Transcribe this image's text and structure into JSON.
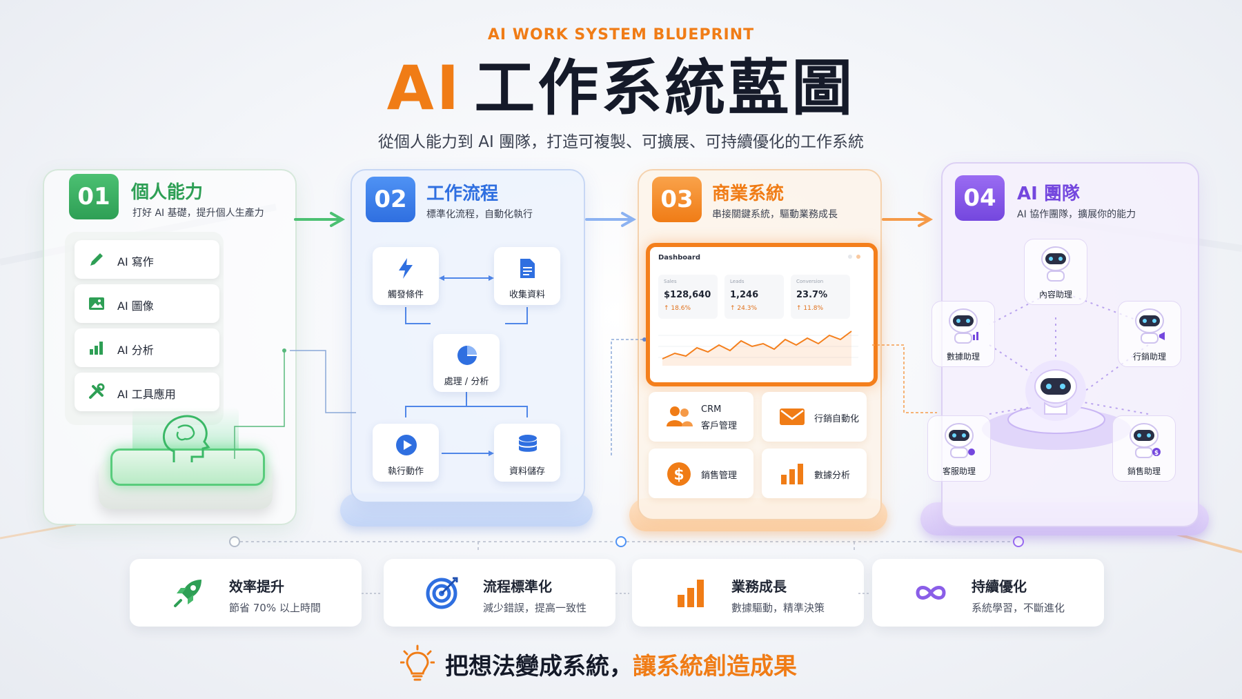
{
  "header": {
    "kicker": "AI WORK SYSTEM BLUEPRINT",
    "title_ai": "AI",
    "title_rest": "工作系統藍圖",
    "subtitle": "從個人能力到 AI 團隊，打造可複製、可擴展、可持續優化的工作系統"
  },
  "stages": [
    {
      "number": "01",
      "title": "個人能力",
      "subtitle": "打好 AI 基礎，提升個人生產力",
      "color": "#2e9f55",
      "items": [
        {
          "label": "AI 寫作",
          "icon": "pencil-icon"
        },
        {
          "label": "AI 圖像",
          "icon": "image-icon"
        },
        {
          "label": "AI 分析",
          "icon": "bar-chart-icon"
        },
        {
          "label": "AI 工具應用",
          "icon": "tools-icon"
        }
      ]
    },
    {
      "number": "02",
      "title": "工作流程",
      "subtitle": "標準化流程，自動化執行",
      "color": "#2f6fe0",
      "nodes": [
        "觸發條件",
        "收集資料",
        "處理 / 分析",
        "執行動作",
        "資料儲存"
      ]
    },
    {
      "number": "03",
      "title": "商業系統",
      "subtitle": "串接關鍵系統，驅動業務成長",
      "color": "#f07c16",
      "dashboard": {
        "title": "Dashboard",
        "kpis": [
          {
            "label": "Sales",
            "value": "$128,640",
            "change": "↑ 18.6%"
          },
          {
            "label": "Leads",
            "value": "1,246",
            "change": "↑ 24.3%"
          },
          {
            "label": "Conversion",
            "value": "23.7%",
            "change": "↑ 11.8%"
          }
        ]
      },
      "tiles": [
        {
          "label": "CRM",
          "label2": "客戶管理",
          "icon": "users-icon"
        },
        {
          "label": "行銷自動化",
          "icon": "mail-icon"
        },
        {
          "label": "銷售管理",
          "icon": "dollar-icon"
        },
        {
          "label": "數據分析",
          "icon": "bar-chart-icon"
        }
      ]
    },
    {
      "number": "04",
      "title": "AI 團隊",
      "subtitle": "AI 協作團隊，擴展你的能力",
      "color": "#7447de",
      "robots": [
        "內容助理",
        "數據助理",
        "行銷助理",
        "客服助理",
        "銷售助理"
      ]
    }
  ],
  "benefits": [
    {
      "title": "效率提升",
      "subtitle": "節省 70% 以上時間",
      "icon": "rocket-icon",
      "color": "#2e9f55"
    },
    {
      "title": "流程標準化",
      "subtitle": "減少錯誤，提高一致性",
      "icon": "target-icon",
      "color": "#2f6fe0"
    },
    {
      "title": "業務成長",
      "subtitle": "數據驅動，精準決策",
      "icon": "bar-chart-icon",
      "color": "#f07c16"
    },
    {
      "title": "持續優化",
      "subtitle": "系統學習，不斷進化",
      "icon": "infinity-icon",
      "color": "#7447de"
    }
  ],
  "footer": {
    "part1": "把想法變成系統，",
    "part2": "讓系統創造成果",
    "icon": "lightbulb-icon"
  }
}
